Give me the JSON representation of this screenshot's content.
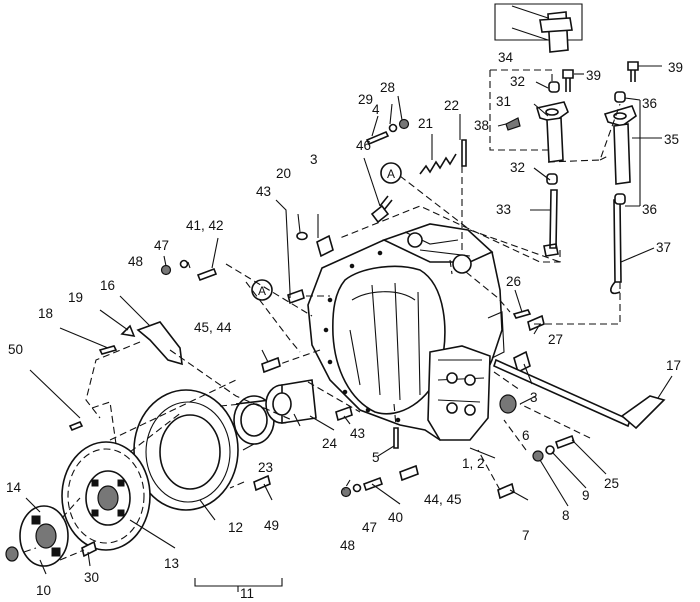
{
  "callouts": {
    "c1_2": "1, 2",
    "c3a": "3",
    "c3b": "3",
    "c4": "4",
    "c5": "5",
    "c6": "6",
    "c7": "7",
    "c8": "8",
    "c9": "9",
    "c10": "10",
    "c11": "11",
    "c12": "12",
    "c13": "13",
    "c14": "14",
    "c16": "16",
    "c17": "17",
    "c18": "18",
    "c19": "19",
    "c20": "20",
    "c21": "21",
    "c22": "22",
    "c23": "23",
    "c24": "24",
    "c25": "25",
    "c26": "26",
    "c27": "27",
    "c28": "28",
    "c29": "29",
    "c30": "30",
    "c31": "31",
    "c32a": "32",
    "c32b": "32",
    "c33": "33",
    "c34": "34",
    "c35": "35",
    "c36a": "36",
    "c36b": "36",
    "c37": "37",
    "c38": "38",
    "c39a": "39",
    "c39b": "39",
    "c40": "40",
    "c41_42": "41, 42",
    "c43a": "43",
    "c43b": "43",
    "c44_45a": "45, 44",
    "c44_45b": "44, 45",
    "c46": "46",
    "c47a": "47",
    "c47b": "47",
    "c48a": "48",
    "c48b": "48",
    "c49": "49",
    "c50": "50"
  },
  "refs": {
    "ref_a1": "A",
    "ref_a2": "A"
  }
}
